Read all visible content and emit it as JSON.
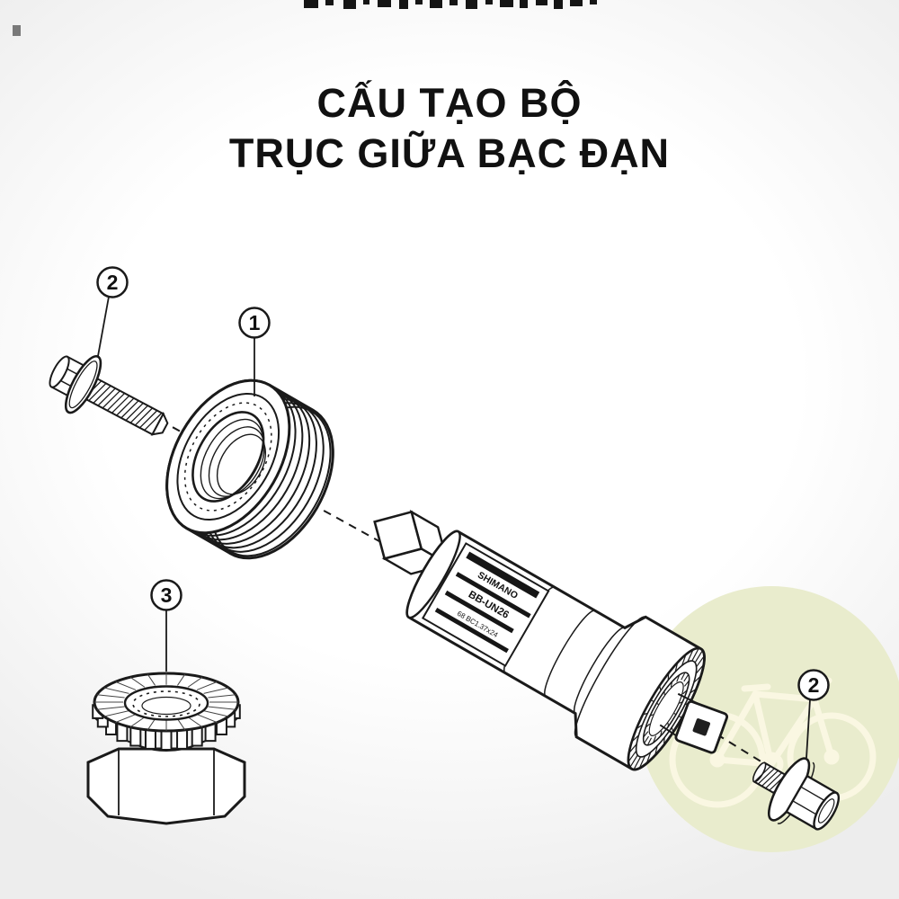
{
  "header": {
    "title_line1": "CẤU TẠO BỘ",
    "title_line2": "TRỤC GIỮA BẠC ĐẠN"
  },
  "callouts": {
    "crank_bolt_top": "2",
    "adapter_cup": "1",
    "lockring_tool": "3",
    "crank_bolt_bottom": "2"
  },
  "cartridge_label": {
    "brand": "SHIMANO",
    "model": "BB-UN26",
    "spec": "68  BC1.37x24"
  },
  "colors": {
    "line": "#1a1a1a",
    "background_center": "#ffffff",
    "background_edge": "#ededed",
    "watermark_fill": "#e9eccd",
    "watermark_stroke": "#faf7e2"
  }
}
